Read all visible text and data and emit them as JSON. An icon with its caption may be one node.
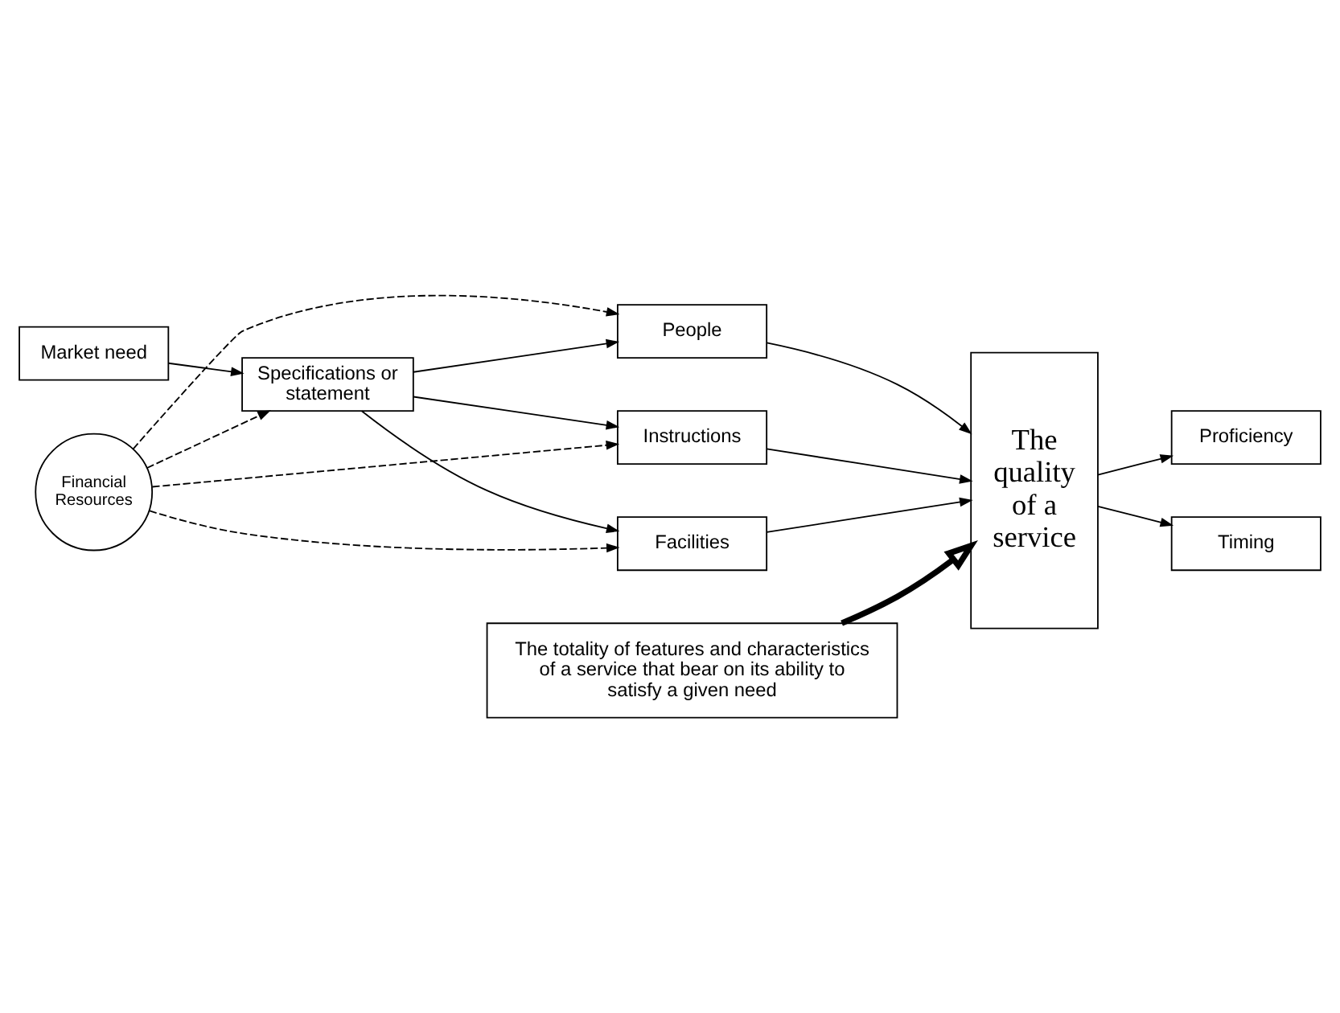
{
  "diagram": {
    "nodes": [
      {
        "text": [
          "Financial Resources"
        ]
      },
      {
        "text": [
          "Specifications or statement"
        ]
      },
      {
        "text": [
          "Market need"
        ]
      },
      {
        "text": [
          "People"
        ]
      },
      {
        "text": [
          "Facilities"
        ]
      },
      {
        "text": [
          "Instructions"
        ]
      },
      {
        "text": [
          "The quality of a service"
        ]
      },
      {
        "text": [
          "Proficiency"
        ]
      },
      {
        "text": [
          "Timing"
        ]
      },
      {
        "text": [
          "The totality of features and characteristics of a service that bear on its ability to satisfy a given need"
        ]
      }
    ],
    "edges": [
      {
        "from": 2,
        "to": 1,
        "arrow": "to"
      },
      {
        "from": 0,
        "to": 1,
        "arrow": "to",
        "style": "dashed"
      },
      {
        "from": 1,
        "to": 3,
        "arrow": "to"
      },
      {
        "from": 1,
        "to": 4,
        "arrow": "to"
      },
      {
        "from": 1,
        "to": 5,
        "arrow": "to"
      },
      {
        "from": 0,
        "to": 3,
        "arrow": "to",
        "style": "dashed"
      },
      {
        "from": 0,
        "to": 4,
        "arrow": "to",
        "style": "dashed"
      },
      {
        "from": 0,
        "to": 5,
        "arrow": "to",
        "style": "dashed"
      },
      {
        "from": 3,
        "to": 6,
        "arrow": "to"
      },
      {
        "from": 4,
        "to": 6,
        "arrow": "to"
      },
      {
        "from": 5,
        "to": 6,
        "arrow": "to"
      },
      {
        "from": 6,
        "to": 7,
        "arrow": "to"
      },
      {
        "from": 6,
        "to": 8,
        "arrow": "to"
      },
      {
        "from": 9,
        "to": 6,
        "arrow": "to",
        "style": "thick"
      }
    ]
  }
}
